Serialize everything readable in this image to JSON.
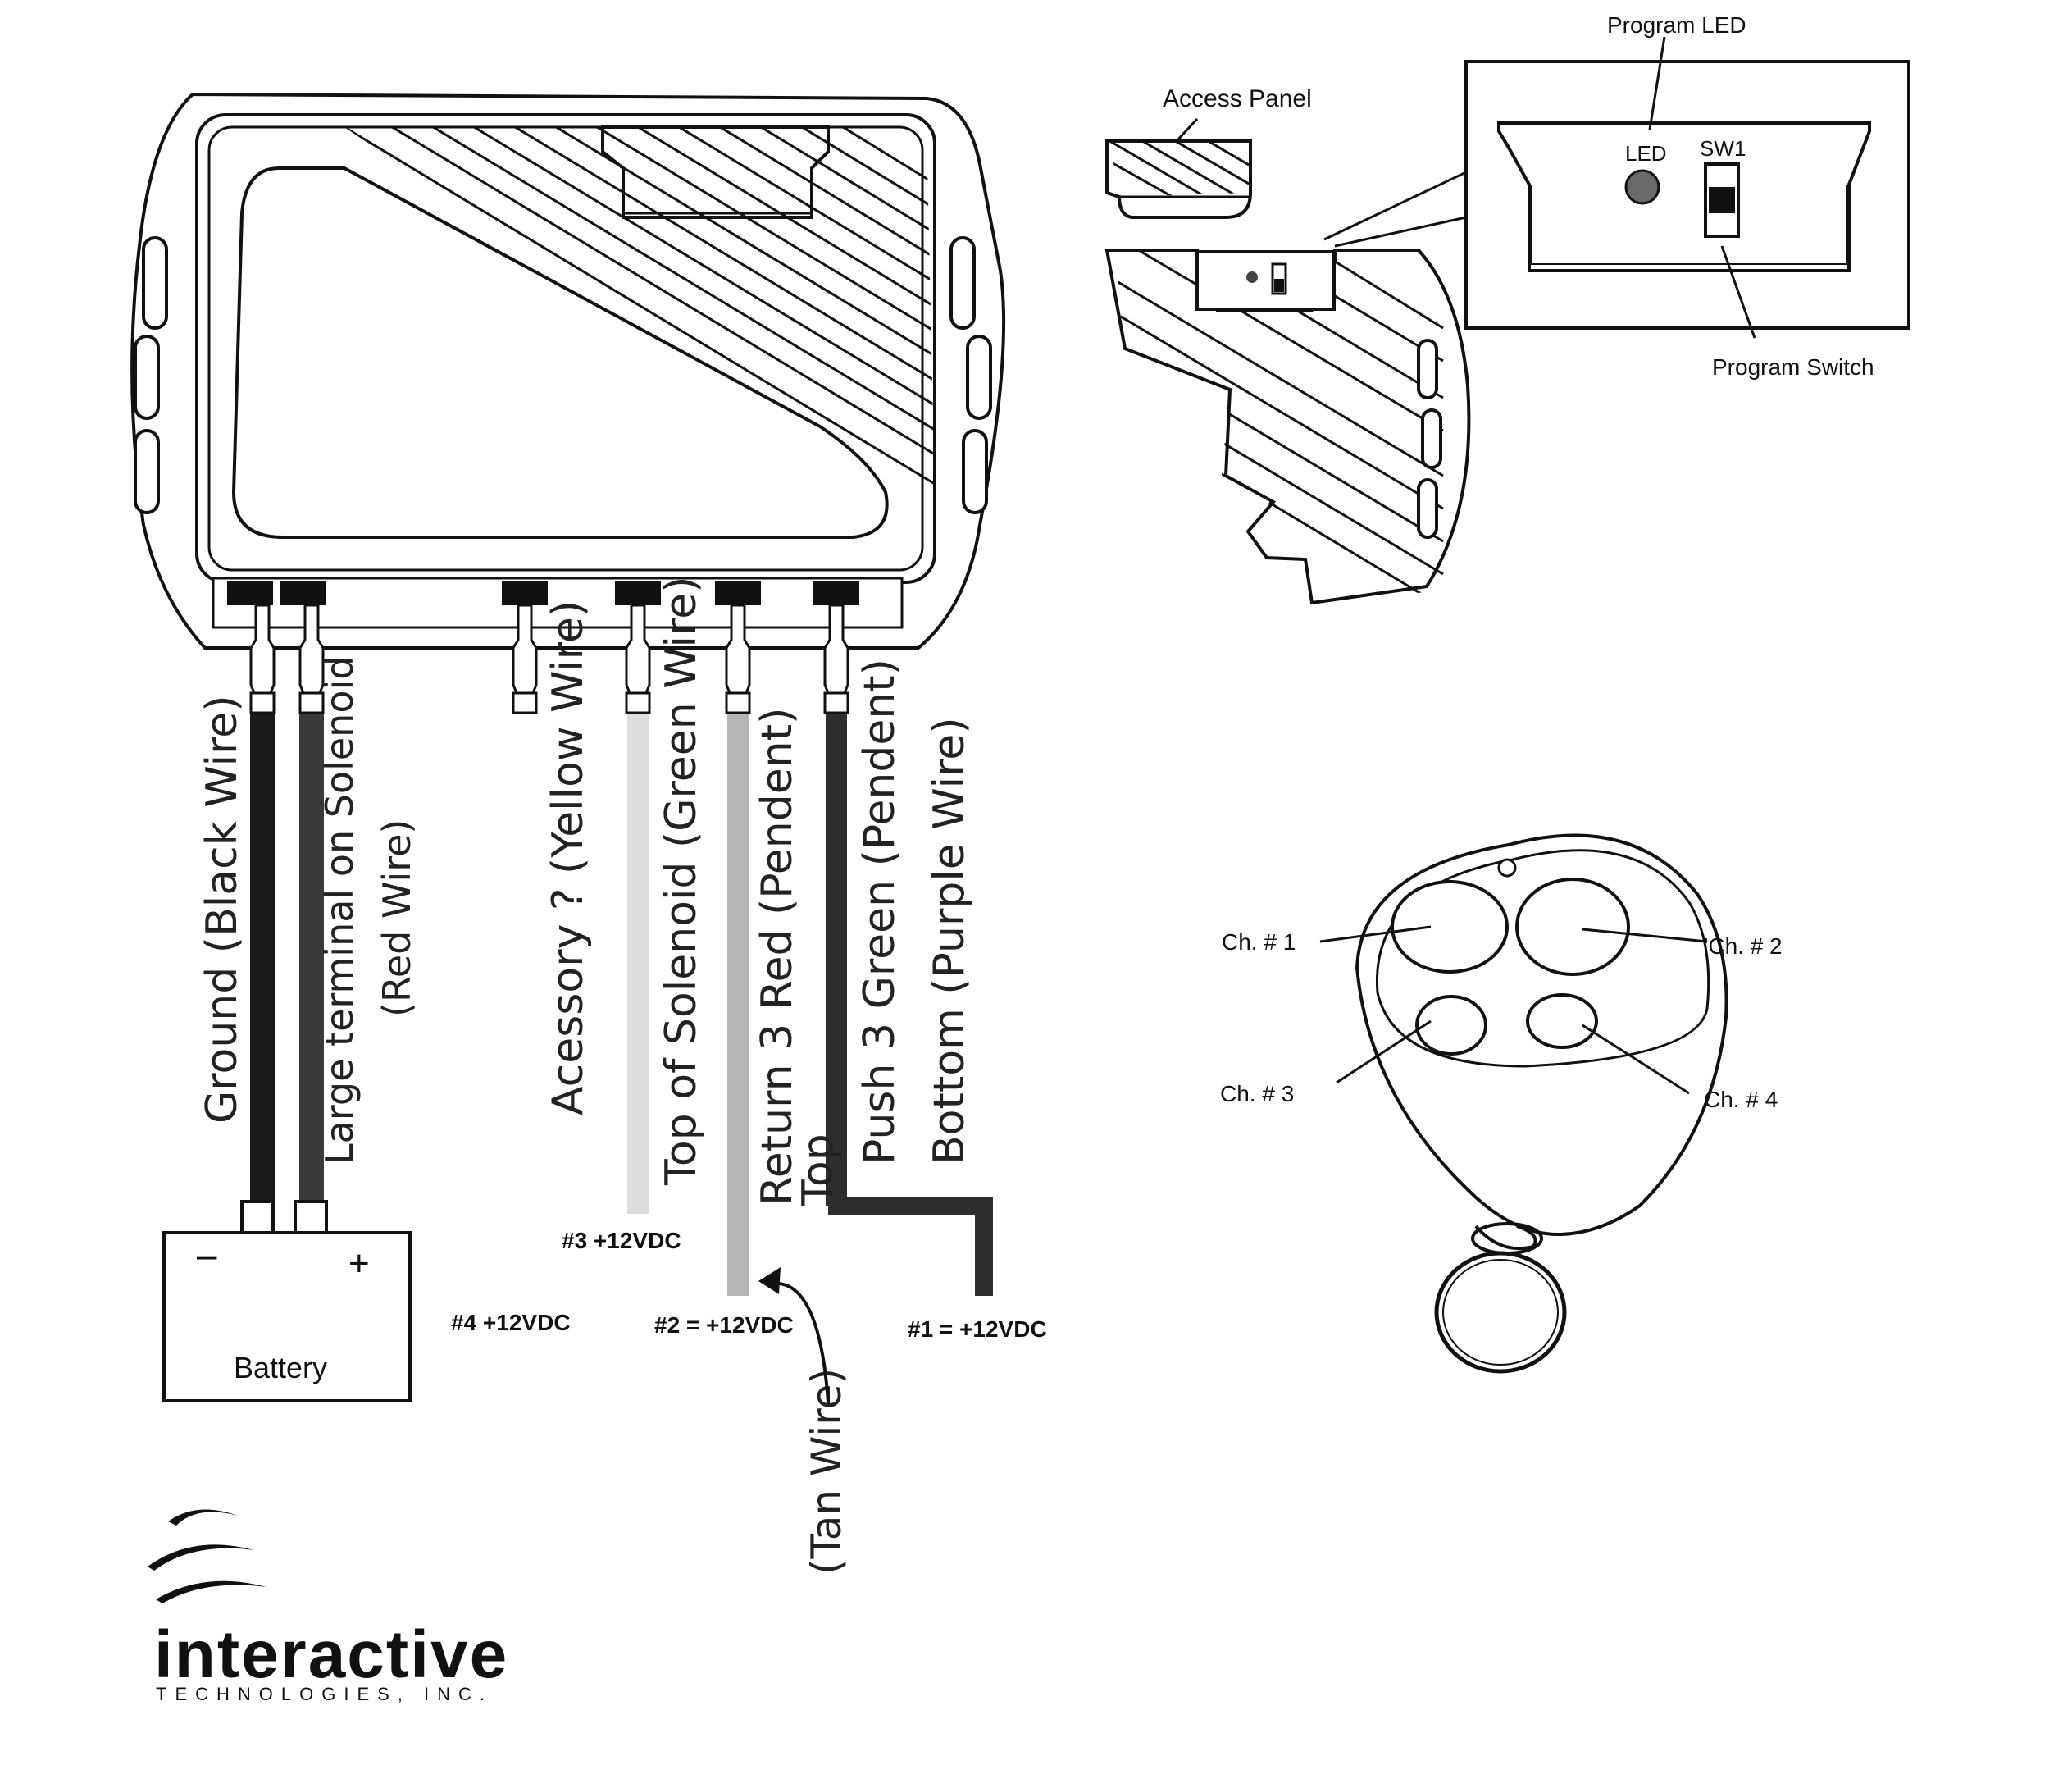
{
  "receiver": {
    "wires": [
      {
        "id": "ground",
        "color": "#1a1a1a",
        "label": "Ground (Black Wire)"
      },
      {
        "id": "red",
        "color": "#3a3a3a",
        "label": "Large terminal on Solenoid",
        "label2": "(Red Wire)"
      },
      {
        "id": "yellow",
        "color": "#cfcfcf",
        "label": "Acessory ? (Yellow Wire)"
      },
      {
        "id": "green",
        "color": "#dcdcdc",
        "label": "Top of Solenoid (Green Wire)"
      },
      {
        "id": "tan",
        "color": "#b5b5b5",
        "label": "Return 3 Red (Pendent)",
        "label2": "Top"
      },
      {
        "id": "purple",
        "color": "#2e2e2e",
        "label": "Push 3 Green (Pendent)",
        "label2": "Bottom (Purple Wire)"
      }
    ],
    "battery": {
      "label": "Battery",
      "minus": "–",
      "plus": "+"
    },
    "outputs": {
      "o3": "#3  +12VDC",
      "o4": "#4  +12VDC",
      "o2": "#2 = +12VDC",
      "o1": "#1 = +12VDC"
    },
    "tan_note": "(Tan Wire)"
  },
  "detail": {
    "access_panel": "Access Panel",
    "program_led": "Program LED",
    "led": "LED",
    "sw1": "SW1",
    "program_switch": "Program Switch"
  },
  "remote": {
    "ch1": "Ch. # 1",
    "ch2": "'Ch. # 2",
    "ch3": "Ch. # 3",
    "ch4": "Ch. # 4"
  },
  "logo": {
    "name": "interactive",
    "sub": "TECHNOLOGIES, INC."
  }
}
